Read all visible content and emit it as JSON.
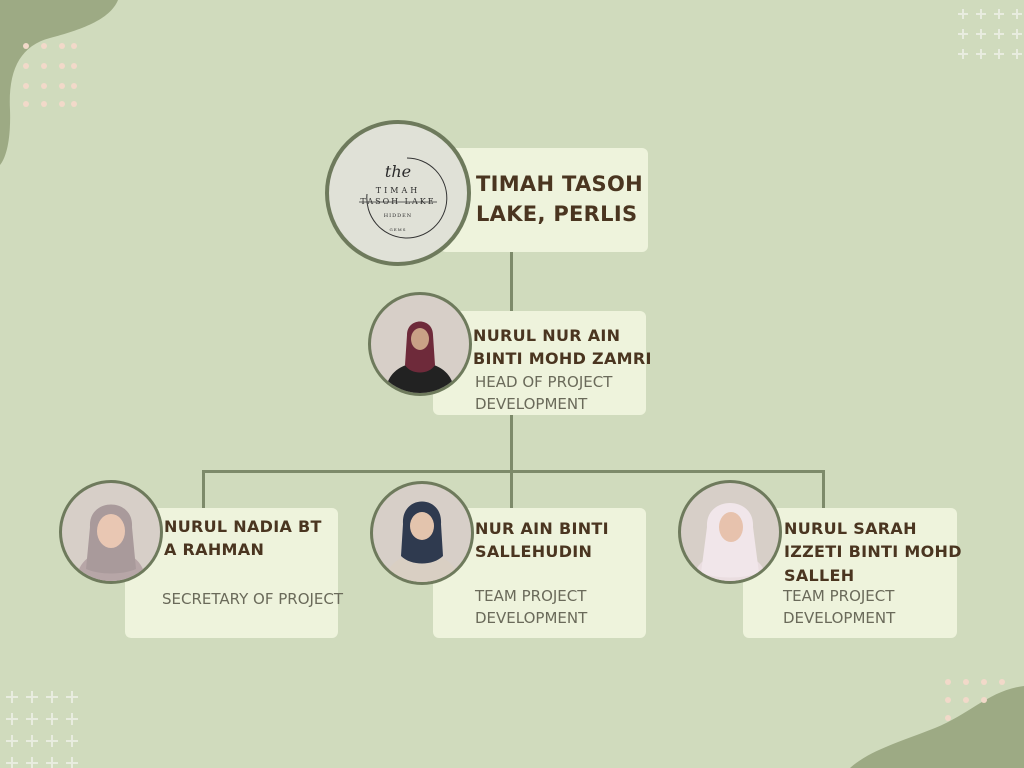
{
  "org": {
    "top": {
      "title_line1": "TIMAH TASOH",
      "title_line2": "LAKE, PERLIS",
      "logo": {
        "script": "the",
        "line1": "TIMAH",
        "line2": "TASOH LAKE",
        "line3": "HIDDEN",
        "line4": "GEMS"
      }
    },
    "head": {
      "name_line1": "NURUL NUR AIN",
      "name_line2": "BINTI MOHD ZAMRI",
      "role_line1": "HEAD OF PROJECT",
      "role_line2": "DEVELOPMENT"
    },
    "members": [
      {
        "name_line1": "NURUL NADIA BT",
        "name_line2": "A RAHMAN",
        "role_line1": "SECRETARY OF PROJECT"
      },
      {
        "name_line1": "NUR AIN BINTI",
        "name_line2": "SALLEHUDIN",
        "role_line1": "TEAM PROJECT",
        "role_line2": "DEVELOPMENT"
      },
      {
        "name_line1": "NURUL SARAH",
        "name_line2": "IZZETI BINTI MOHD",
        "name_line3": "SALLEH",
        "role_line1": "TEAM PROJECT",
        "role_line2": "DEVELOPMENT"
      }
    ]
  },
  "colors": {
    "background": "#d0dbbd",
    "card": "#eef3dc",
    "name_text": "#4a3520",
    "connector": "#7d8a6a"
  }
}
